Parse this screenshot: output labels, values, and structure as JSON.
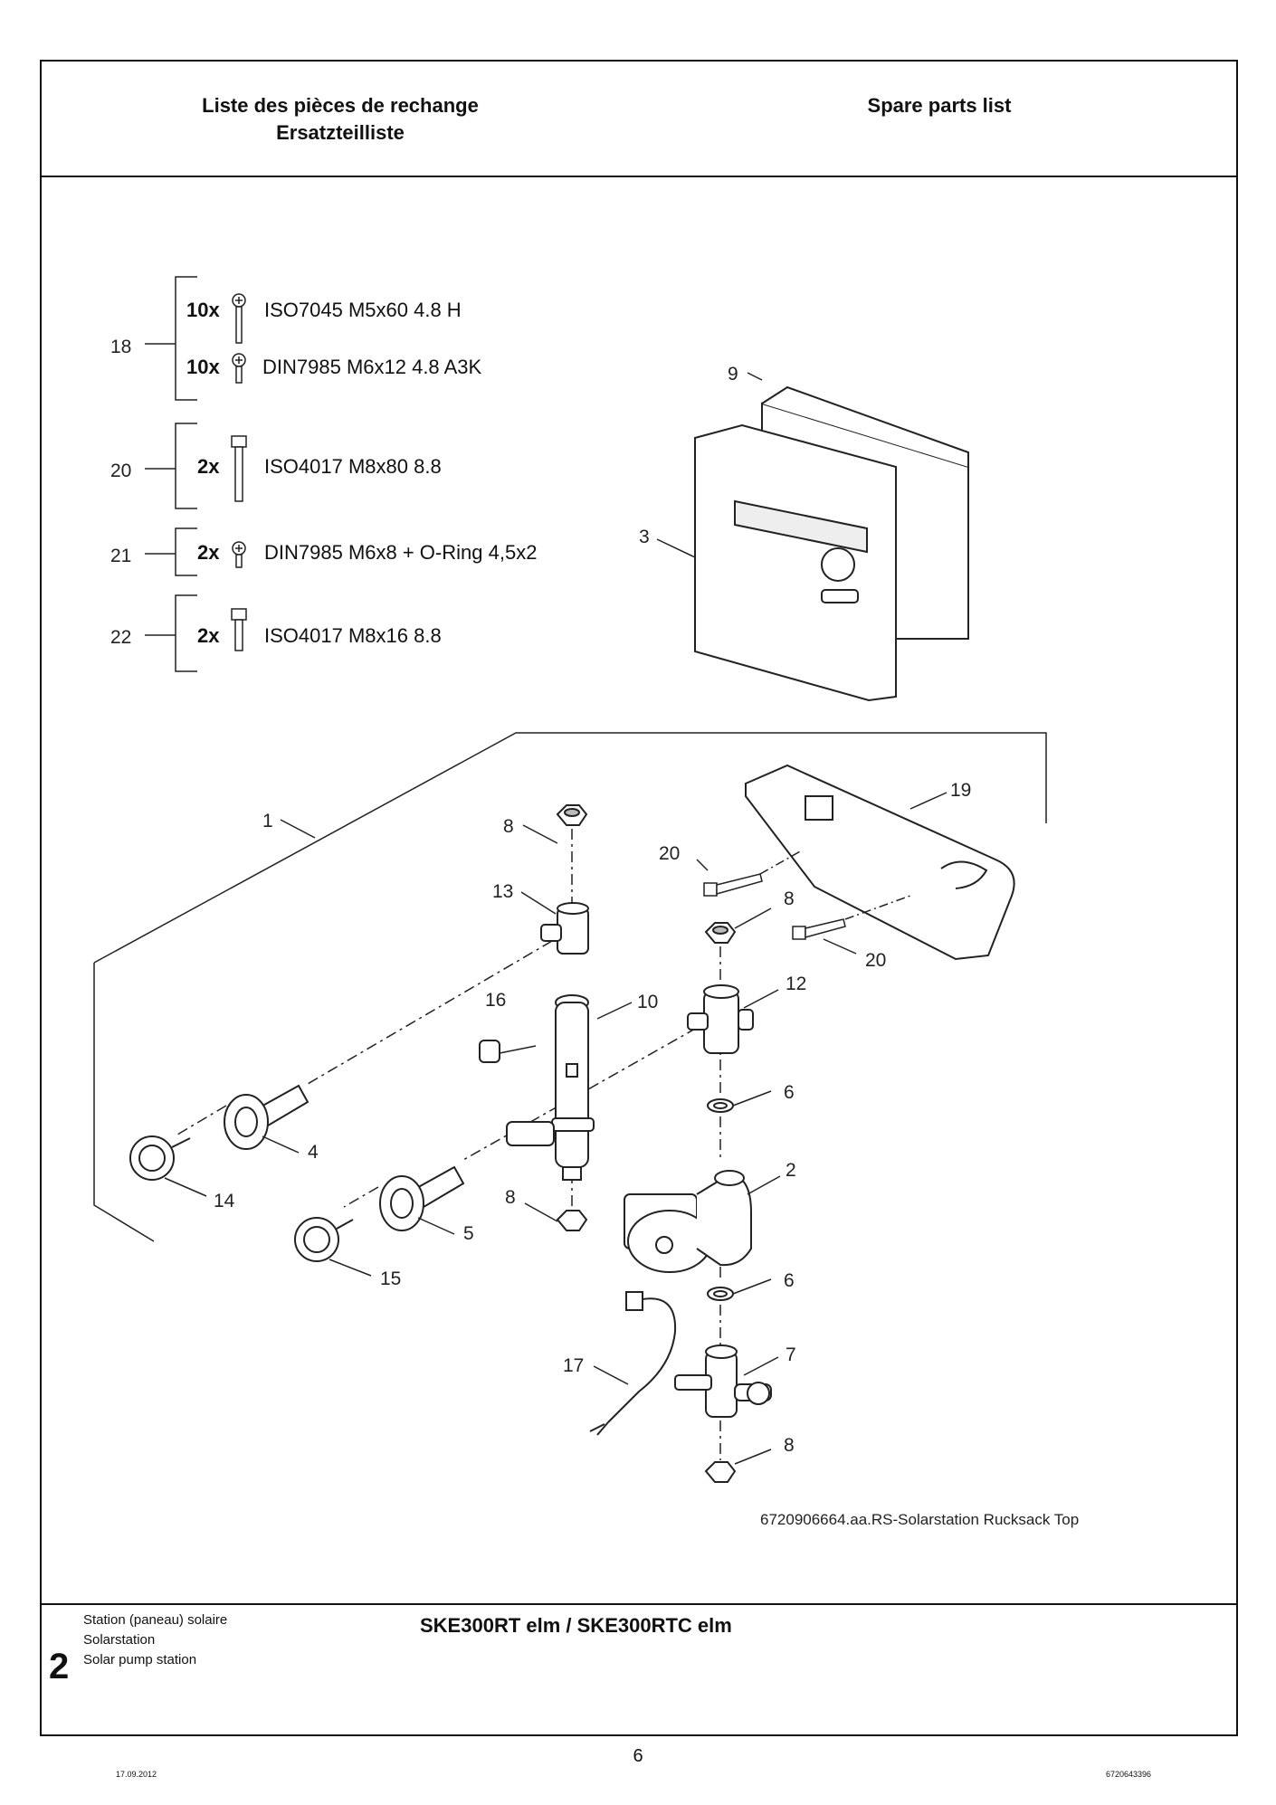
{
  "header": {
    "title_fr": "Liste des pièces de rechange",
    "title_de": "Ersatzteilliste",
    "title_en": "Spare parts list"
  },
  "fasteners": [
    {
      "ref": "18",
      "qty": "10x",
      "spec": "ISO7045 M5x60 4.8 H",
      "icon": "screw-icon"
    },
    {
      "ref": "",
      "qty": "10x",
      "spec": "DIN7985 M6x12 4.8 A3K",
      "icon": "screw-icon"
    },
    {
      "ref": "20",
      "qty": "2x",
      "spec": "ISO4017 M8x80 8.8",
      "icon": "bolt-icon"
    },
    {
      "ref": "21",
      "qty": "2x",
      "spec": "DIN7985 M6x8 + O-Ring 4,5x2",
      "icon": "screw-icon"
    },
    {
      "ref": "22",
      "qty": "2x",
      "spec": "ISO4017 M8x16 8.8",
      "icon": "bolt-icon"
    }
  ],
  "callouts": {
    "c1": "1",
    "c2": "2",
    "c3": "3",
    "c4": "4",
    "c5": "5",
    "c6a": "6",
    "c6b": "6",
    "c7": "7",
    "c8a": "8",
    "c8b": "8",
    "c8c": "8",
    "c8d": "8",
    "c9": "9",
    "c10": "10",
    "c12": "12",
    "c13": "13",
    "c14": "14",
    "c15": "15",
    "c16": "16",
    "c17": "17",
    "c19": "19",
    "c20a": "20",
    "c20b": "20"
  },
  "drawing_caption": "6720906664.aa.RS-Solarstation Rucksack Top",
  "footer": {
    "section_number": "2",
    "section_lines": [
      "Station (paneau) solaire",
      "Solarstation",
      "Solar pump station"
    ],
    "model": "SKE300RT elm / SKE300RTC elm",
    "page": "6",
    "date": "17.09.2012",
    "doc_number": "6720643396"
  }
}
